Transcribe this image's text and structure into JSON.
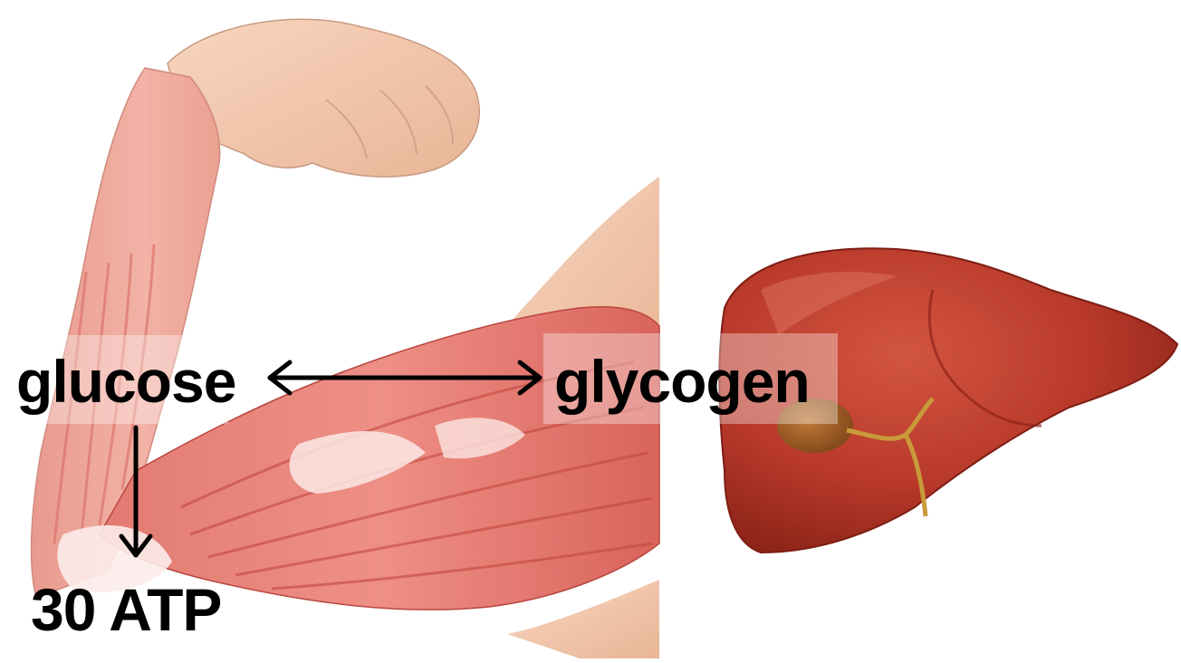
{
  "labels": {
    "glucose": "glucose",
    "glycogen": "glycogen",
    "atp": "30 ATP"
  },
  "illustrations": {
    "arm": "flexed-arm-muscle-illustration",
    "liver": "liver-illustration"
  },
  "colors": {
    "muscle": "#e8786e",
    "muscle_dark": "#c94f48",
    "skin": "#f3c8ae",
    "liver": "#b8392a",
    "liver_dark": "#8e2419",
    "gallbladder": "#9a5a22",
    "arrow": "#000000"
  }
}
